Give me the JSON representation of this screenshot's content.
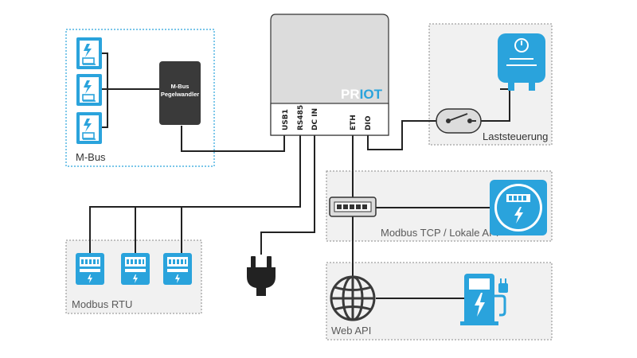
{
  "colors": {
    "accent": "#2aa3dc",
    "device_body": "#dcdcdc",
    "converter": "#3a3a3a",
    "line": "#222222",
    "group_bg": "#f1f1f1",
    "group_border": "#8a8a8a",
    "label_gray": "#5a5a5a"
  },
  "gateway": {
    "brand_prefix": "PR",
    "brand_suffix": "IOT",
    "ports": [
      "USB1",
      "RS485",
      "DC IN",
      "ETH",
      "DIO"
    ]
  },
  "converter": {
    "line1": "M-Bus",
    "line2": "Pegelwandler"
  },
  "groups": {
    "mbus": "M-Bus",
    "modbus_rtu": "Modbus RTU",
    "load_control": "Laststeuerung",
    "modbus_tcp": "Modbus TCP / Lokale API",
    "web_api": "Web API"
  },
  "icons": {
    "mbus_meters": [
      "electric-meter-icon",
      "electric-meter-icon",
      "electric-meter-icon"
    ],
    "rtu_meters": [
      "modbus-meter-icon",
      "modbus-meter-icon",
      "modbus-meter-icon"
    ],
    "power_plug": "power-plug-icon",
    "boiler": "water-heater-icon",
    "relay": "switch-relay-icon",
    "network_switch": "network-switch-icon",
    "smart_meter": "smart-meter-icon",
    "globe": "globe-icon",
    "ev_charger": "ev-charger-icon"
  }
}
